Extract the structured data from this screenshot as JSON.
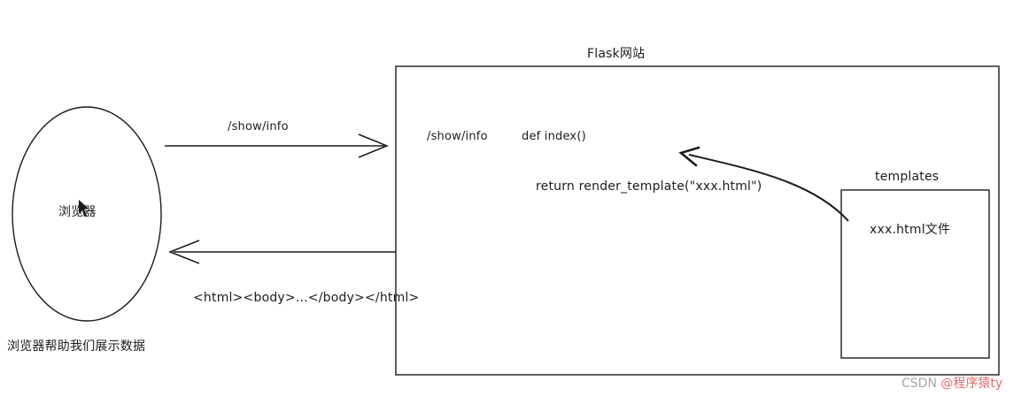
{
  "diagram": {
    "browser": {
      "label": "浏览器",
      "caption": "浏览器帮助我们展示数据"
    },
    "request_arrow": {
      "label": "/show/info"
    },
    "response_arrow": {
      "label": "<html><body>...</body></html>"
    },
    "flask_box": {
      "title": "Flask网站",
      "route": "/show/info",
      "handler": "def index()",
      "return_line": "return render_template(\"xxx.html\")"
    },
    "templates_box": {
      "title": "templates",
      "file": "xxx.html文件"
    },
    "watermark": {
      "prefix": "CSDN ",
      "handle": "@程序猿ty"
    },
    "colors": {
      "ink": "#1c1c1c",
      "watermark_gray": "#a6a6a6",
      "watermark_red": "#e36a6a"
    }
  }
}
